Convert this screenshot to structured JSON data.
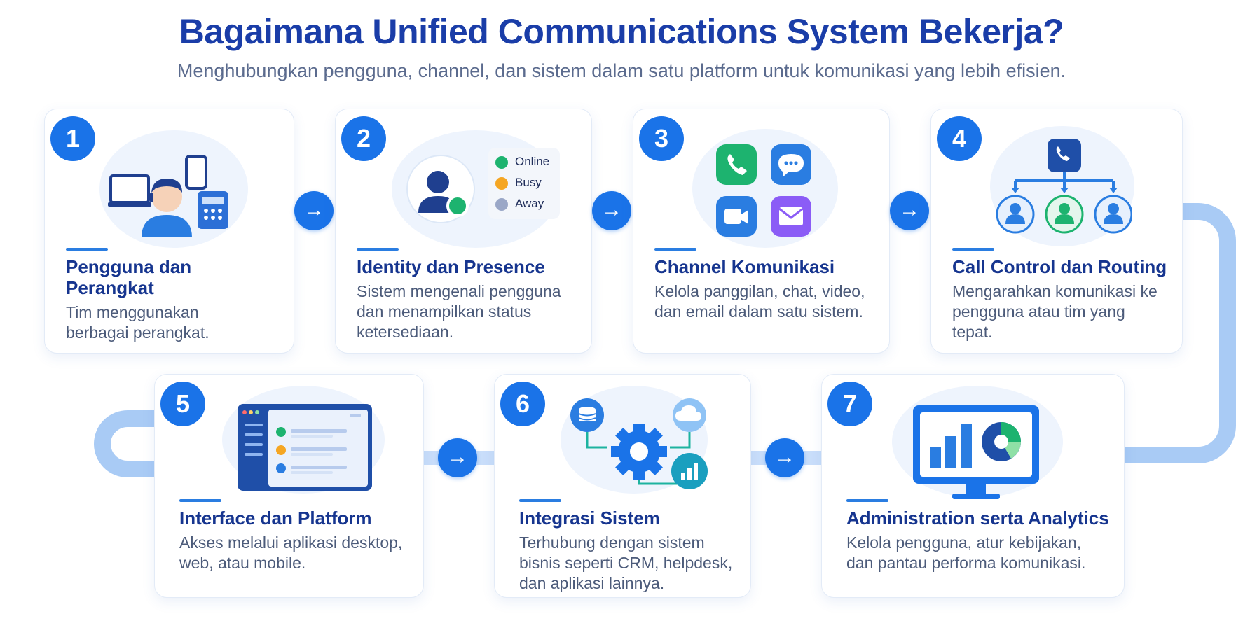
{
  "header": {
    "title": "Bagaimana Unified Communications System Bekerja?",
    "subtitle": "Menghubungkan pengguna, channel, dan sistem dalam satu platform untuk komunikasi yang lebih efisien."
  },
  "steps": [
    {
      "number": "1",
      "title": "Pengguna dan Perangkat",
      "description": "Tim menggunakan berbagai perangkat.",
      "icon": "user-devices-icon"
    },
    {
      "number": "2",
      "title": "Identity dan Presence",
      "description": "Sistem mengenali pengguna dan menampilkan status ketersediaan.",
      "icon": "user-presence-icon",
      "statuses": [
        {
          "label": "Online",
          "color": "#1db36f"
        },
        {
          "label": "Busy",
          "color": "#f5a623"
        },
        {
          "label": "Away",
          "color": "#9aa7c7"
        }
      ]
    },
    {
      "number": "3",
      "title": "Channel Komunikasi",
      "description": "Kelola panggilan, chat, video, dan email dalam satu sistem.",
      "icon": "channels-icon"
    },
    {
      "number": "4",
      "title": "Call Control dan Routing",
      "description": "Mengarahkan komunikasi ke pengguna atau tim yang tepat.",
      "icon": "routing-icon"
    },
    {
      "number": "5",
      "title": "Interface dan Platform",
      "description": "Akses melalui aplikasi desktop, web, atau mobile.",
      "icon": "app-window-icon"
    },
    {
      "number": "6",
      "title": "Integrasi Sistem",
      "description": "Terhubung dengan sistem bisnis seperti CRM, helpdesk, dan aplikasi lainnya.",
      "icon": "integration-icon"
    },
    {
      "number": "7",
      "title": "Administration serta Analytics",
      "description": "Kelola pengguna, atur kebijakan, dan pantau performa komunikasi.",
      "icon": "analytics-monitor-icon"
    }
  ],
  "arrow_icon": "arrow-right-icon",
  "colors": {
    "primary": "#1a73e8",
    "title": "#1a3da8",
    "card_title": "#16358f",
    "connector": "#a9cbf5"
  }
}
